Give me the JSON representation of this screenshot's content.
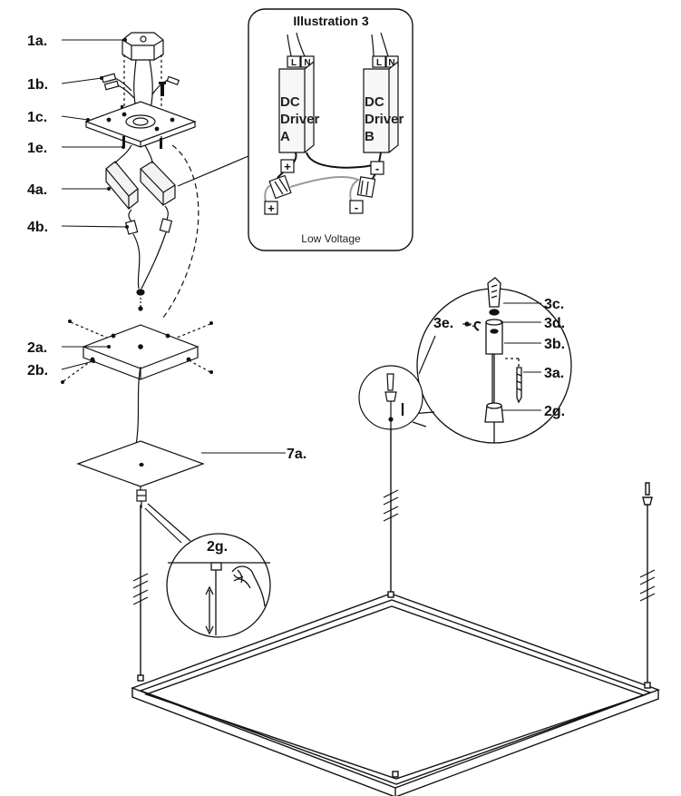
{
  "callouts": {
    "c1a": "1a.",
    "c1b": "1b.",
    "c1c": "1c.",
    "c1e": "1e.",
    "c4a": "4a.",
    "c4b": "4b.",
    "c2a": "2a.",
    "c2b": "2b.",
    "c7a": "7a.",
    "c2g": "2g.",
    "c3c": "3c.",
    "c3d": "3d.",
    "c3e": "3e.",
    "c3b": "3b.",
    "c3a": "3a.",
    "c2g_detail": "2g."
  },
  "illustration3": {
    "title": "Illustration 3",
    "driver_a": [
      "DC",
      "Driver",
      "A"
    ],
    "driver_b": [
      "DC",
      "Driver",
      "B"
    ],
    "terminal_l": "L",
    "terminal_n": "N",
    "plus": "+",
    "minus": "-",
    "footer": "Low Voltage"
  },
  "colors": {
    "line": "#111111",
    "panel_fill": "#ffffff",
    "driver_fill": "#f2f2f2",
    "gray_wire": "#9a9a9a"
  }
}
